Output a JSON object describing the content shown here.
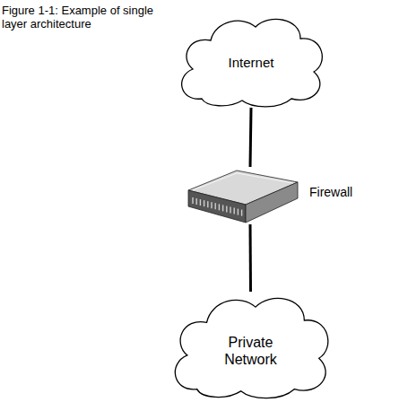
{
  "diagram": {
    "title": "Figure 1-1: Example of single layer architecture",
    "nodes": [
      {
        "text": [
          "Internet"
        ]
      },
      {
        "text": [
          "Firewall"
        ]
      },
      {
        "text": [
          "Private Network"
        ]
      }
    ],
    "edges": [
      {
        "from": 0,
        "to": 1,
        "arrow": "none"
      },
      {
        "from": 1,
        "to": 2,
        "arrow": "none"
      }
    ]
  }
}
